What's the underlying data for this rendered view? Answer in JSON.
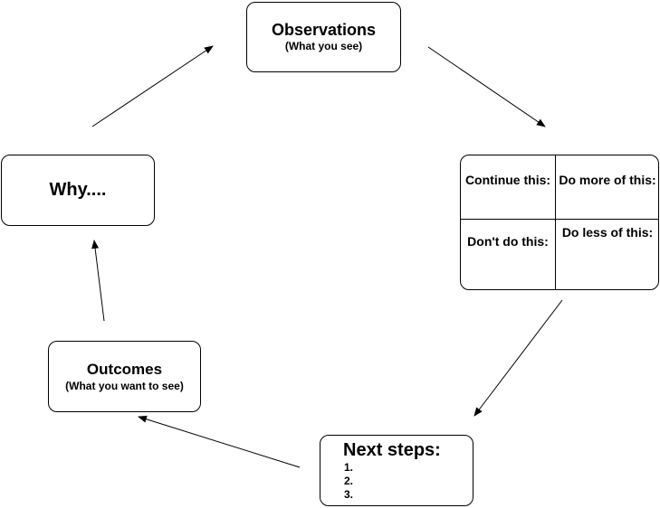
{
  "observations": {
    "title": "Observations",
    "subtitle": "(What you see)"
  },
  "why": {
    "title": "Why...."
  },
  "feedback_grid": {
    "continue": "Continue this:",
    "do_more": "Do more of this:",
    "dont_do": "Don't do this:",
    "do_less": "Do less of this:"
  },
  "outcomes": {
    "title": "Outcomes",
    "subtitle": "(What you want to see)"
  },
  "next_steps": {
    "title": "Next steps:",
    "items": [
      "1.",
      "2.",
      "3."
    ]
  }
}
